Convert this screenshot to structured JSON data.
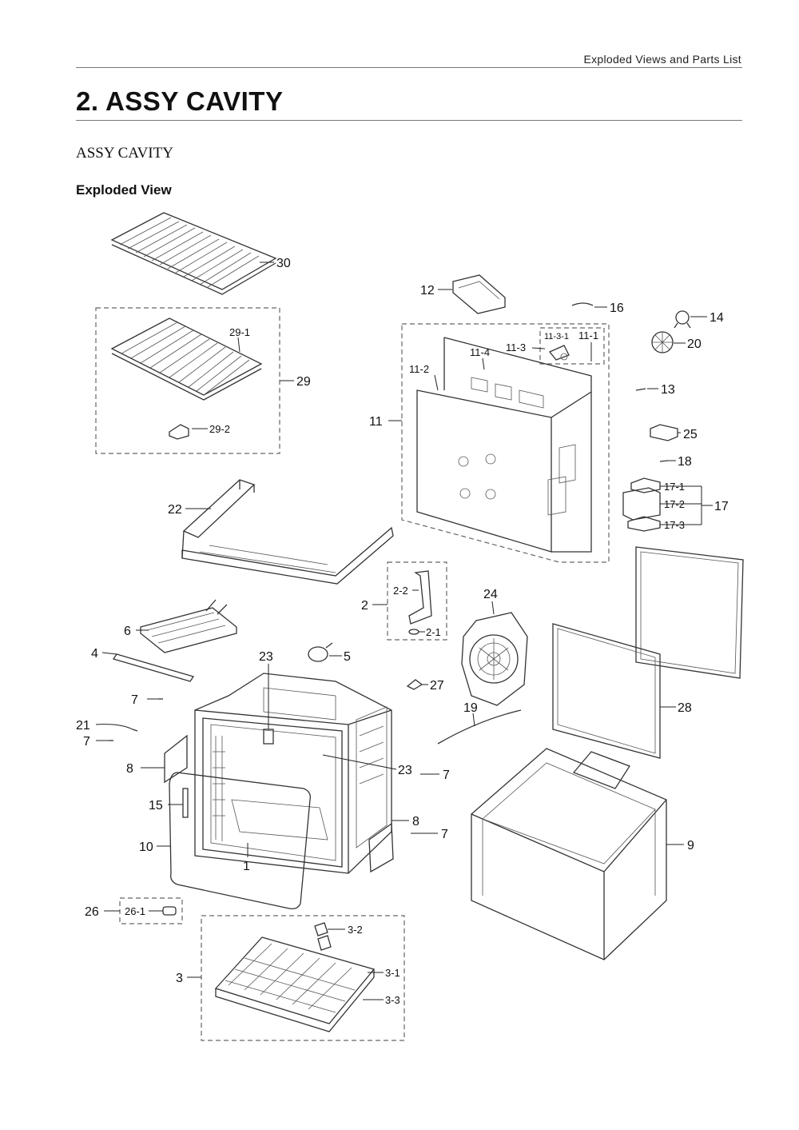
{
  "header": {
    "right_text": "Exploded Views and Parts List"
  },
  "title": "2.  ASSY CAVITY",
  "subtitle": "ASSY CAVITY",
  "section_heading": "Exploded View",
  "callouts": {
    "c30": "30",
    "c29": "29",
    "c29_1": "29-1",
    "c29_2": "29-2",
    "c12": "12",
    "c16": "16",
    "c14": "14",
    "c20": "20",
    "c11": "11",
    "c11_1": "11-1",
    "c11_2": "11-2",
    "c11_3": "11-3",
    "c11_3_1": "11-3-1",
    "c11_4": "11-4",
    "c13": "13",
    "c25": "25",
    "c18": "18",
    "c17": "17",
    "c17_1": "17-1",
    "c17_2": "17-2",
    "c17_3": "17-3",
    "c22": "22",
    "c2": "2",
    "c2_1": "2-1",
    "c2_2": "2-2",
    "c24": "24",
    "c6": "6",
    "c4": "4",
    "c5": "5",
    "c23a": "23",
    "c23b": "23",
    "c27": "27",
    "c19": "19",
    "c28": "28",
    "c7a": "7",
    "c7b": "7",
    "c7c": "7",
    "c7d": "7",
    "c21": "21",
    "c8a": "8",
    "c8b": "8",
    "c15": "15",
    "c10": "10",
    "c1": "1",
    "c9": "9",
    "c26": "26",
    "c26_1": "26-1",
    "c3": "3",
    "c3_1": "3-1",
    "c3_2": "3-2",
    "c3_3": "3-3"
  }
}
